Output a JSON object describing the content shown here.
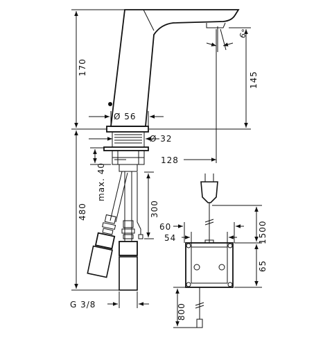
{
  "dimensions": {
    "height_total": "170",
    "spout_height": "145",
    "body_diameter": "Ø 56",
    "shank_diameter": "Ø 32",
    "spout_reach": "128",
    "max_thickness": "max. 40",
    "install_depth": "480",
    "hose_length": "300",
    "box_width_outer": "60",
    "box_width_inner": "54",
    "cable_length_top": "1500",
    "box_depth": "65",
    "cable_length_bottom": "800",
    "thread": "G 3/8",
    "spout_angle": "6°"
  }
}
